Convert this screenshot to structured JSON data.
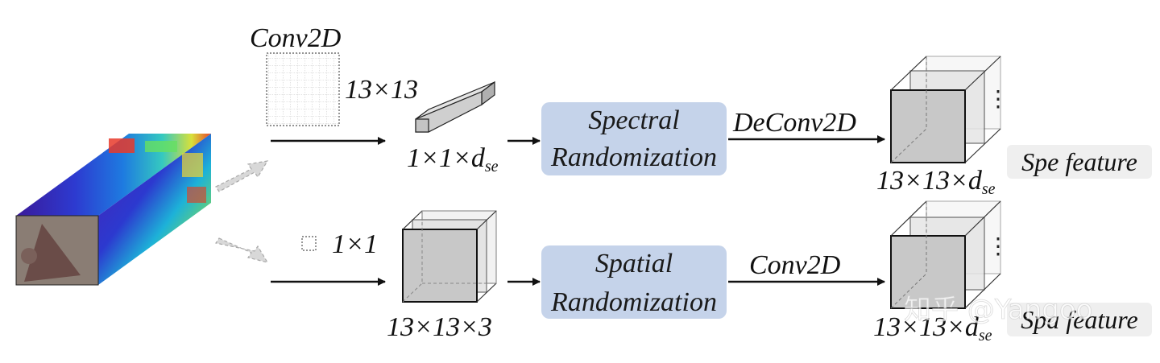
{
  "top_branch": {
    "kernel_label": "Conv2D",
    "kernel_size": "13×13",
    "vector_label": "1×1×d",
    "vector_sub": "se",
    "module_line1": "Spectral",
    "module_line2": "Randomization",
    "op_label": "DeConv2D",
    "output_label": "13×13×d",
    "output_sub": "se",
    "feature_label": "Spe feature"
  },
  "bottom_branch": {
    "kernel_size": "1×1",
    "cube_label": "13×13×3",
    "module_line1": "Spatial",
    "module_line2": "Randomization",
    "op_label": "Conv2D",
    "output_label": "13×13×d",
    "output_sub": "se",
    "feature_label": "Spa feature"
  },
  "watermark": "知乎 @Yangoo",
  "colors": {
    "module_fill": "#c5d3ea",
    "feature_fill": "#efefef",
    "cube_fill": "#c8c8c8",
    "arrow": "#111111",
    "dashed_arrow": "#bdbdbd"
  }
}
